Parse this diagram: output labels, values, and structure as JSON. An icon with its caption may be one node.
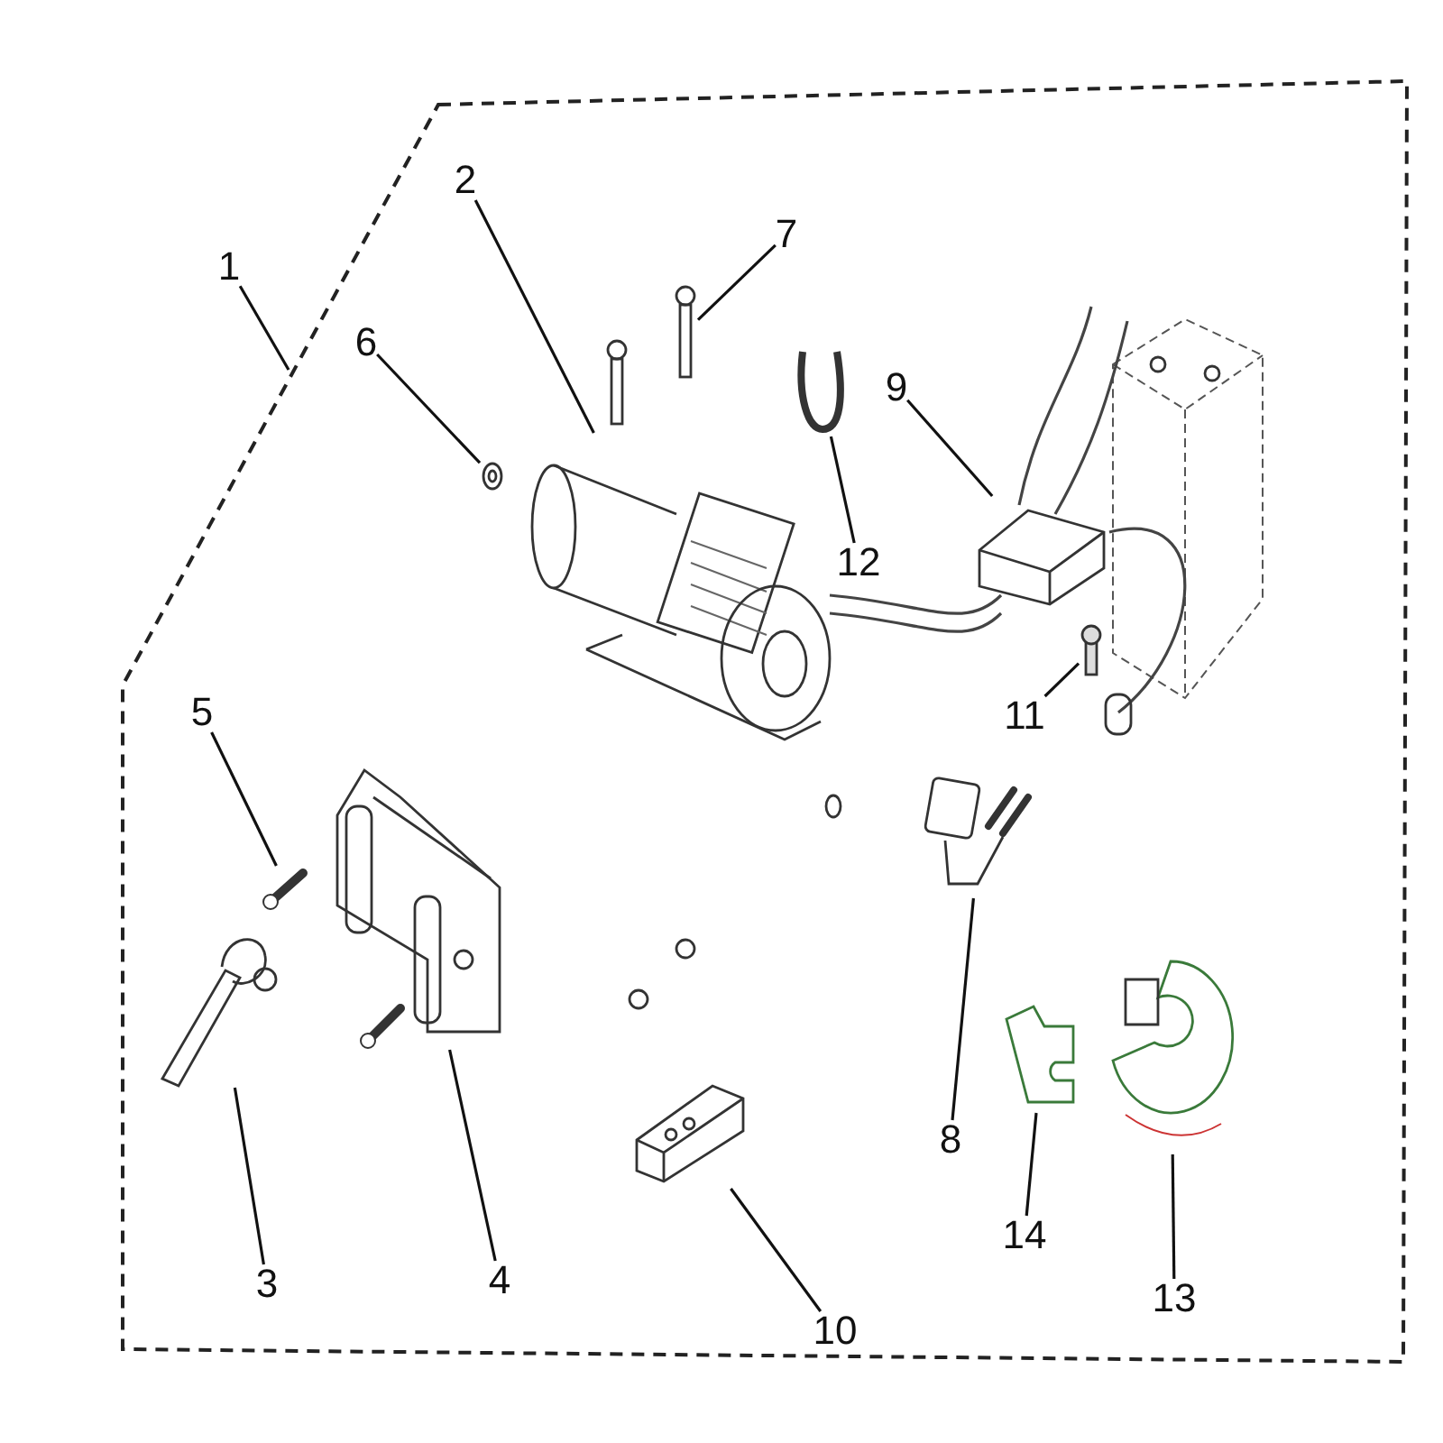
{
  "diagram": {
    "nodes": [
      {
        "text": [
          "1"
        ]
      },
      {
        "text": [],
        "shape": "box"
      },
      {
        "text": [
          "2"
        ],
        "in": 1
      },
      {
        "text": [
          "3"
        ],
        "in": 1
      },
      {
        "text": [
          "4"
        ],
        "in": 1
      },
      {
        "text": [
          "5"
        ],
        "in": 1
      },
      {
        "text": [
          "6"
        ],
        "in": 1
      },
      {
        "text": [
          "7"
        ],
        "in": 1
      },
      {
        "text": [
          "8"
        ],
        "in": 1
      },
      {
        "text": [
          "9"
        ],
        "in": 1
      },
      {
        "text": [
          "10"
        ],
        "in": 1
      },
      {
        "text": [
          "11"
        ],
        "in": 1
      },
      {
        "text": [
          "12"
        ],
        "in": 1
      },
      {
        "text": [
          "13"
        ],
        "in": 1
      },
      {
        "text": [
          "14"
        ],
        "in": 1
      },
      {
        "text": [],
        "shape": "picture",
        "in": 1
      },
      {
        "text": [],
        "shape": "picture",
        "in": 1
      },
      {
        "text": [],
        "shape": "picture",
        "in": 1
      },
      {
        "text": [],
        "shape": "picture",
        "in": 1
      },
      {
        "text": [],
        "shape": "picture",
        "in": 1
      },
      {
        "text": [],
        "shape": "picture",
        "in": 1
      },
      {
        "text": [],
        "shape": "picture",
        "in": 1
      },
      {
        "text": [],
        "shape": "picture",
        "in": 1
      },
      {
        "text": [],
        "shape": "picture",
        "in": 1
      },
      {
        "text": [],
        "shape": "picture",
        "in": 1
      },
      {
        "text": [],
        "shape": "picture",
        "in": 1
      },
      {
        "text": [],
        "shape": "picture",
        "in": 1
      },
      {
        "text": [],
        "shape": "picture",
        "in": 1
      }
    ],
    "edges": [
      {
        "from": 0,
        "to": 1,
        "arrow": "none"
      },
      {
        "from": 2,
        "to": 15,
        "arrow": "none"
      },
      {
        "from": 3,
        "to": 16,
        "arrow": "none"
      },
      {
        "from": 4,
        "to": 17,
        "arrow": "none"
      },
      {
        "from": 5,
        "to": 18,
        "arrow": "none"
      },
      {
        "from": 6,
        "to": 19,
        "arrow": "none"
      },
      {
        "from": 7,
        "to": 20,
        "arrow": "none"
      },
      {
        "from": 8,
        "to": 21,
        "arrow": "none"
      },
      {
        "from": 9,
        "to": 22,
        "arrow": "none"
      },
      {
        "from": 10,
        "to": 23,
        "arrow": "none"
      },
      {
        "from": 11,
        "to": 24,
        "arrow": "none"
      },
      {
        "from": 12,
        "to": 25,
        "arrow": "none"
      },
      {
        "from": 13,
        "to": 26,
        "arrow": "none"
      },
      {
        "from": 14,
        "to": 27,
        "arrow": "none"
      }
    ]
  }
}
